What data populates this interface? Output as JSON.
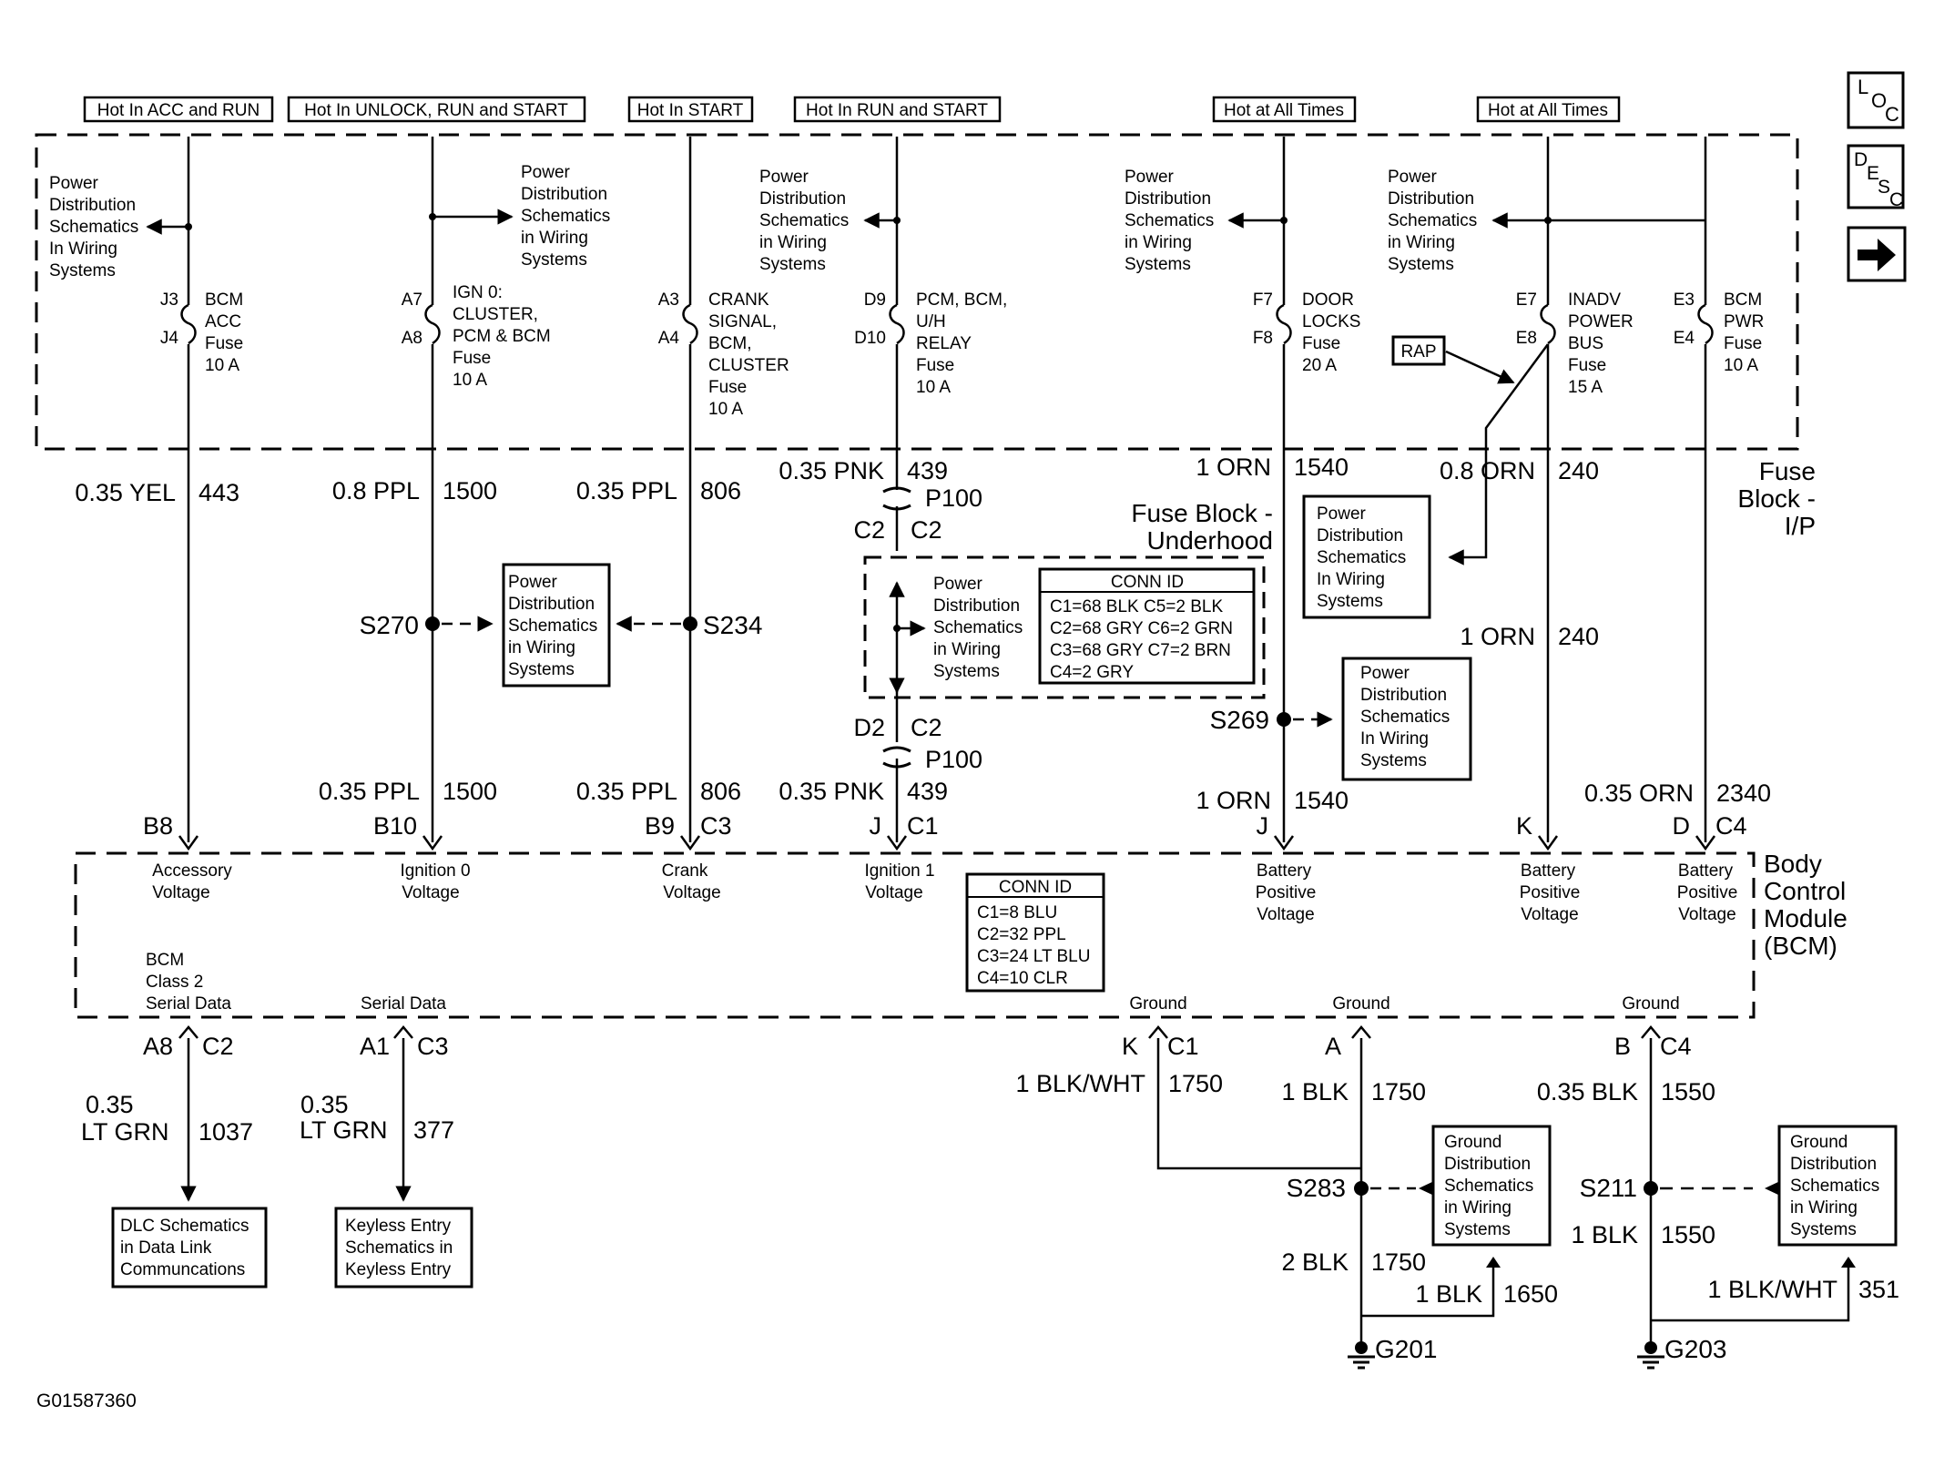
{
  "top_headers": [
    "Hot In ACC and RUN",
    "Hot In UNLOCK, RUN and START",
    "Hot In START",
    "Hot In RUN and START",
    "Hot at All Times",
    "Hot at All Times"
  ],
  "nav": {
    "loc": [
      "L",
      "O",
      "C"
    ],
    "desc": [
      "D",
      "E",
      "S",
      "C"
    ],
    "next_icon": "arrow-right-icon"
  },
  "fuses": [
    {
      "pins": [
        "J3",
        "J4"
      ],
      "name": [
        "BCM",
        "ACC",
        "Fuse",
        "10 A"
      ]
    },
    {
      "pins": [
        "A7",
        "A8"
      ],
      "name": [
        "IGN 0:",
        "CLUSTER,",
        "PCM & BCM",
        "Fuse",
        "10 A"
      ]
    },
    {
      "pins": [
        "A3",
        "A4"
      ],
      "name": [
        "CRANK",
        "SIGNAL,",
        "BCM,",
        "CLUSTER",
        "Fuse",
        "10 A"
      ]
    },
    {
      "pins": [
        "D9",
        "D10"
      ],
      "name": [
        "PCM, BCM,",
        "U/H",
        "RELAY",
        "Fuse",
        "10 A"
      ]
    },
    {
      "pins": [
        "F7",
        "F8"
      ],
      "name": [
        "DOOR",
        "LOCKS",
        "Fuse",
        "20 A"
      ]
    },
    {
      "pins": [
        "E7",
        "E8"
      ],
      "name": [
        "INADV",
        "POWER",
        "BUS",
        "Fuse",
        "15 A"
      ]
    },
    {
      "pins": [
        "E3",
        "E4"
      ],
      "name": [
        "BCM",
        "PWR",
        "Fuse",
        "10 A"
      ]
    }
  ],
  "pds_lines": [
    "Power",
    "Distribution",
    "Schematics",
    "in Wiring",
    "Systems"
  ],
  "pds_lines_left": [
    "Power",
    "Distribution",
    "Schematics",
    "In Wiring",
    "Systems"
  ],
  "gds_lines": [
    "Ground",
    "Distribution",
    "Schematics",
    "in Wiring",
    "Systems"
  ],
  "rap": "RAP",
  "fuse_block_ip": [
    "Fuse",
    "Block -",
    "I/P"
  ],
  "fuse_block_underhood": [
    "Fuse Block -",
    "Underhood"
  ],
  "wires_upper": [
    {
      "gauge": "0.35 YEL",
      "circuit": "443"
    },
    {
      "gauge": "0.8 PPL",
      "circuit": "1500"
    },
    {
      "gauge": "0.35 PPL",
      "circuit": "806"
    },
    {
      "gauge": "0.35 PNK",
      "circuit": "439"
    },
    {
      "gauge": "1 ORN",
      "circuit": "1540"
    },
    {
      "gauge": "0.8 ORN",
      "circuit": "240"
    },
    {
      "gauge": "1 ORN",
      "circuit": "240"
    }
  ],
  "wires_lower": [
    {
      "gauge": "0.35 PPL",
      "circuit": "1500"
    },
    {
      "gauge": "0.35 PPL",
      "circuit": "806"
    },
    {
      "gauge": "0.35 PNK",
      "circuit": "439"
    },
    {
      "gauge": "1 ORN",
      "circuit": "1540"
    },
    {
      "gauge": "0.35 ORN",
      "circuit": "2340"
    }
  ],
  "p100": {
    "name": "P100",
    "pin_top": [
      "C2",
      "C2"
    ],
    "pin_bottom": [
      "D2",
      "C2"
    ]
  },
  "splices": [
    "S270",
    "S234",
    "S269",
    "S283",
    "S211"
  ],
  "conn_id_underhood": {
    "title": "CONN ID",
    "rows": [
      "C1=68 BLK  C5=2 BLK",
      "C2=68 GRY  C6=2 GRN",
      "C3=68 GRY  C7=2 BRN",
      "C4=2 GRY"
    ]
  },
  "bcm": {
    "title": [
      "Body",
      "Control",
      "Module",
      "(BCM)"
    ],
    "top_pins": [
      {
        "pin": "B8",
        "conn": ""
      },
      {
        "pin": "B10",
        "conn": ""
      },
      {
        "pin": "B9",
        "conn": "C3"
      },
      {
        "pin": "J",
        "conn": "C1"
      },
      {
        "pin": "J",
        "conn": ""
      },
      {
        "pin": "K",
        "conn": ""
      },
      {
        "pin": "D",
        "conn": "C4"
      }
    ],
    "inputs": [
      [
        "Accessory",
        "Voltage"
      ],
      [
        "Ignition 0",
        "Voltage"
      ],
      [
        "Crank",
        "Voltage"
      ],
      [
        "Ignition 1",
        "Voltage"
      ],
      [
        "Battery",
        "Positive",
        "Voltage"
      ],
      [
        "Battery",
        "Positive",
        "Voltage"
      ],
      [
        "Battery",
        "Positive",
        "Voltage"
      ]
    ],
    "conn_id": {
      "title": "CONN ID",
      "rows": [
        "C1=8 BLU",
        "C2=32 PPL",
        "C3=24 LT BLU",
        "C4=10 CLR"
      ]
    },
    "serial_a": [
      "BCM",
      "Class 2",
      "Serial Data"
    ],
    "serial_b": "Serial Data",
    "ground": "Ground",
    "bottom_pins": [
      {
        "pin": "A8",
        "conn": "C2"
      },
      {
        "pin": "A1",
        "conn": "C3"
      },
      {
        "pin": "K",
        "conn": "C1"
      },
      {
        "pin": "A",
        "conn": ""
      },
      {
        "pin": "B",
        "conn": "C4"
      }
    ]
  },
  "wires_bottom": [
    {
      "gauge": [
        "0.35",
        "LT GRN"
      ],
      "circuit": "1037"
    },
    {
      "gauge": [
        "0.35",
        "LT GRN"
      ],
      "circuit": "377"
    },
    {
      "gauge": "1 BLK/WHT",
      "circuit": "1750"
    },
    {
      "gauge": "1 BLK",
      "circuit": "1750"
    },
    {
      "gauge": "0.35 BLK",
      "circuit": "1550"
    },
    {
      "gauge": "1 BLK",
      "circuit": "1550"
    },
    {
      "gauge": "2 BLK",
      "circuit": "1750"
    },
    {
      "gauge": "1 BLK",
      "circuit": "1650"
    },
    {
      "gauge": "1 BLK/WHT",
      "circuit": "351"
    }
  ],
  "dest_dlc": [
    "DLC Schematics",
    "in Data Link",
    "Communcations"
  ],
  "dest_keyless": [
    "Keyless Entry",
    "Schematics in",
    "Keyless Entry"
  ],
  "grounds": [
    "G201",
    "G203"
  ],
  "figure_id": "G01587360"
}
